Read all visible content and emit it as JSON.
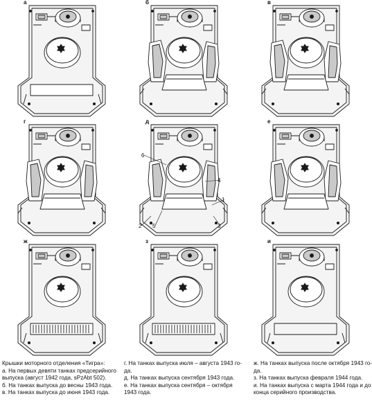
{
  "panels": [
    {
      "letter": "а",
      "variant": "early"
    },
    {
      "letter": "б",
      "variant": "filters"
    },
    {
      "letter": "в",
      "variant": "filters"
    },
    {
      "letter": "г",
      "variant": "filters"
    },
    {
      "letter": "д",
      "variant": "filters-labeled"
    },
    {
      "letter": "е",
      "variant": "filters"
    },
    {
      "letter": "ж",
      "variant": "late-grille"
    },
    {
      "letter": "з",
      "variant": "late-grille"
    },
    {
      "letter": "и",
      "variant": "late"
    }
  ],
  "callouts": [
    "6",
    "4",
    "1",
    "2",
    "5",
    "3"
  ],
  "caption": {
    "col1": [
      "Крышки моторного отделения «Тигра»:",
      "а. На первых девяти танках предсерийного",
      "выпуска (август 1942 года, sPzAbt 502).",
      "б. На танках выпуска до весны 1943 года.",
      "в. На танках выпуска до июня 1943 года."
    ],
    "col2": [
      "г. На танках выпуска июля – августа 1943 го-",
      "да.",
      "д. На танках выпуска сентября 1943 года.",
      "е. На танках выпуска сентября – октября",
      "1943 года."
    ],
    "col3": [
      "ж. На танках выпуска после октября 1943 го-",
      "да.",
      "з. На танках выпуска февраля 1944 года.",
      "и. На танках выпуска с марта 1944 года и до",
      "конца серийного производства."
    ]
  },
  "colors": {
    "ink": "#1a1a1a",
    "plate": "#f4f4f4",
    "shade": "#c9c9c9"
  }
}
